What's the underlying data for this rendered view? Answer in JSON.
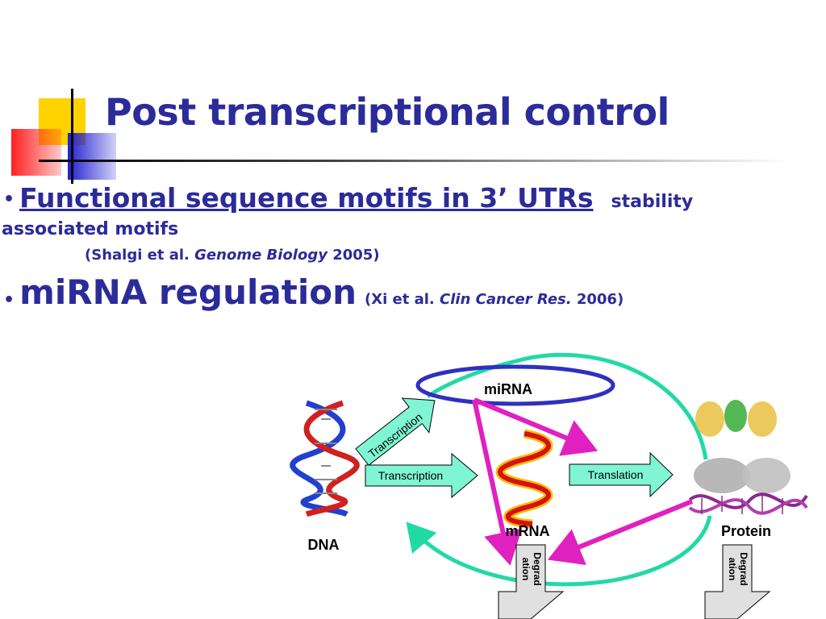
{
  "slide": {
    "title": "Post transcriptional control",
    "bullet1_main": "Functional sequence motifs in 3’ UTRs",
    "bullet1_tail": "stability",
    "bullet1_line2": "associated motifs",
    "citation1_pre": "(Shalgi et al. ",
    "citation1_journal": "Genome Biology",
    "citation1_year": " 2005)",
    "bullet2_main": "miRNA regulation",
    "citation2_pre": "(Xi et al. ",
    "citation2_journal": "Clin Cancer Res.",
    "citation2_year": " 2006)",
    "bullet_char": "•"
  },
  "diagram": {
    "labels": {
      "dna": "DNA",
      "mirna": "miRNA",
      "mrna": "mRNA",
      "protein": "Protein",
      "transcription_diag": "Transcription",
      "transcription": "Transcription",
      "translation": "Translation",
      "degradation_line1": "Degrad",
      "degradation_line2": "ation"
    },
    "colors": {
      "title_blue": "#2b2b9a",
      "arrow_fill": "#7ff5d3",
      "teal_curve": "#22d9a6",
      "magenta": "#e020c0",
      "ellipse_blue": "#3030c0",
      "degradation_fill": "#e0e0e0"
    }
  }
}
